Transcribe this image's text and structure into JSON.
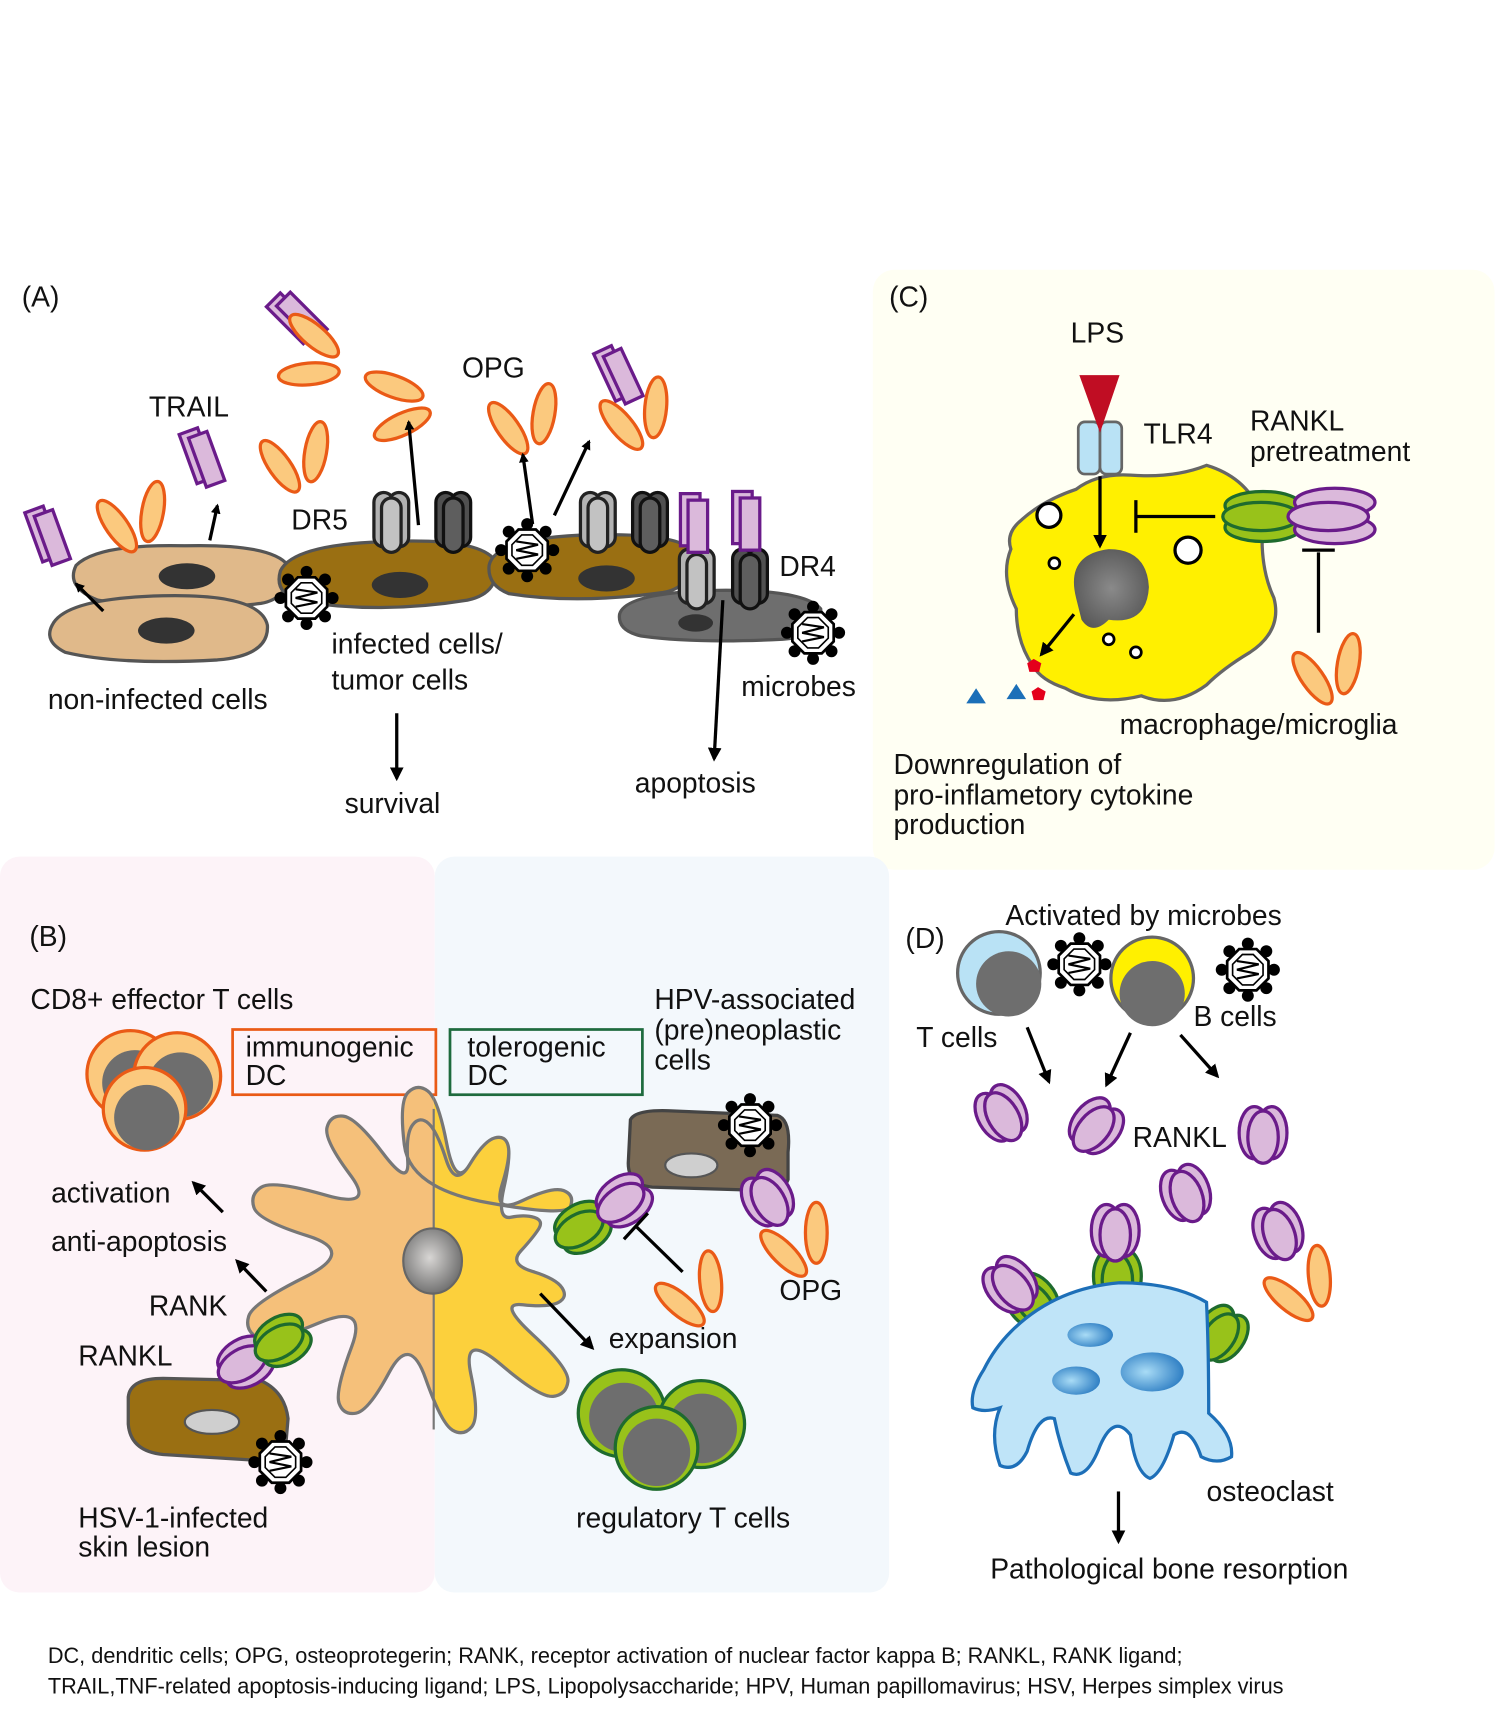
{
  "colors": {
    "opg_fill": "#fbc97e",
    "opg_stroke": "#ea5a16",
    "rankl_fill": "#dbb9db",
    "rankl_stroke": "#6a1b8a",
    "rank_fill": "#98c21a",
    "rank_stroke": "#1e6b2e",
    "panel_b_left_bg": "#fdf3f8",
    "panel_b_right_bg": "#f3f8fc",
    "panel_c_bg": "#fffff3",
    "lps": "#c00d23",
    "tlr4": "#b9e2f5",
    "macrophage": "#fff000",
    "osteoclast": "#bfe4f8"
  },
  "panel_a": {
    "label": "(A)",
    "trail": "TRAIL",
    "opg": "OPG",
    "dr5": "DR5",
    "dr4": "DR4",
    "infected_line1": "infected cells/",
    "infected_line2": "tumor cells",
    "non_infected": "non-infected cells",
    "microbes": "microbes",
    "survival": "survival",
    "apoptosis": "apoptosis"
  },
  "panel_b": {
    "label": "(B)",
    "cd8": "CD8+ effector T cells",
    "immunogenic_line1": "immunogenic",
    "immunogenic_line2": "DC",
    "tolerogenic_line1": "tolerogenic",
    "tolerogenic_line2": "DC",
    "hpv_line1": "HPV-associated",
    "hpv_line2": "(pre)neoplastic",
    "hpv_line3": "cells",
    "activation": "activation",
    "anti_apoptosis": "anti-apoptosis",
    "rank": "RANK",
    "rankl": "RANKL",
    "hsv_line1": "HSV-1-infected",
    "hsv_line2": "skin lesion",
    "opg": "OPG",
    "expansion": "expansion",
    "treg": "regulatory T cells"
  },
  "panel_c": {
    "label": "(C)",
    "lps": "LPS",
    "tlr4": "TLR4",
    "rankl_line1": "RANKL",
    "rankl_line2": "pretreatment",
    "cell": "macrophage/microglia",
    "down_line1": "Downregulation of",
    "down_line2": "pro-inflametory cytokine",
    "down_line3": "production"
  },
  "panel_d": {
    "label": "(D)",
    "activated": "Activated by microbes",
    "t_cells": "T cells",
    "b_cells": "B cells",
    "rankl": "RANKL",
    "osteoclast": "osteoclast",
    "result": "Pathological bone resorption"
  },
  "footer": {
    "line1": "DC, dendritic cells; OPG, osteoprotegerin; RANK, receptor activation of nuclear factor kappa B; RANKL, RANK ligand;",
    "line2": "TRAIL,TNF-related apoptosis-inducing ligand; LPS, Lipopolysaccharide; HPV, Human papillomavirus; HSV, Herpes simplex virus"
  }
}
